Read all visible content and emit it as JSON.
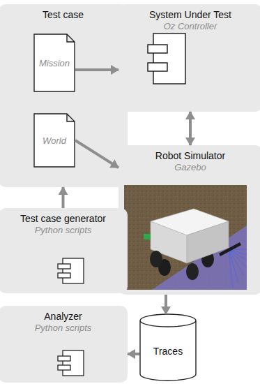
{
  "diagram": {
    "nodes": [
      {
        "text": [
          "Test case"
        ]
      },
      {
        "text": [
          "Mission"
        ],
        "in": 0
      },
      {
        "text": [
          "World"
        ],
        "in": 0
      },
      {
        "text": [
          "System Under Test",
          "Oz Controller"
        ]
      },
      {
        "text": [
          "Robot Simulator",
          "Gazebo"
        ]
      },
      {
        "text": [
          "Test case generator",
          "Python scripts"
        ]
      },
      {
        "text": [
          "Analyzer",
          "Python scripts"
        ]
      },
      {
        "text": [
          "Traces"
        ]
      }
    ],
    "edges": [
      {
        "from": 1,
        "to": 3,
        "arrow": "to"
      },
      {
        "from": 3,
        "to": 4,
        "arrow": "both"
      },
      {
        "from": 2,
        "to": 4,
        "arrow": "to"
      },
      {
        "from": 5,
        "to": 0,
        "arrow": "to"
      },
      {
        "from": 4,
        "to": 7,
        "arrow": "to"
      },
      {
        "from": 7,
        "to": 6,
        "arrow": "to"
      }
    ]
  }
}
